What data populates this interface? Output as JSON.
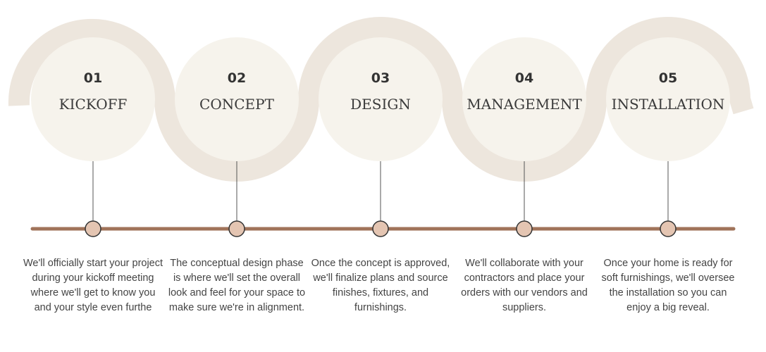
{
  "colors": {
    "ring": "#ede6dd",
    "inner": "#f6f3ec",
    "timeline": "#a0735a",
    "dot": "#e4c5b2"
  },
  "steps": [
    {
      "number": "01",
      "title": "KICKOFF",
      "description": "We'll officially start your project during your kickoff meeting where we'll get to know you and your style even furthe"
    },
    {
      "number": "02",
      "title": "CONCEPT",
      "description": "The conceptual design phase is where we'll set the overall look and feel for your space to make sure we're in alignment."
    },
    {
      "number": "03",
      "title": "DESIGN",
      "description": "Once the concept is approved, we'll finalize plans and source finishes, fixtures, and furnishings."
    },
    {
      "number": "04",
      "title": "MANAGEMENT",
      "description": "We'll collaborate with your contractors and place your orders with our vendors and suppliers."
    },
    {
      "number": "05",
      "title": "INSTALLATION",
      "description": "Once your home is ready for soft furnishings, we'll oversee the installation so you can enjoy a big reveal."
    }
  ]
}
